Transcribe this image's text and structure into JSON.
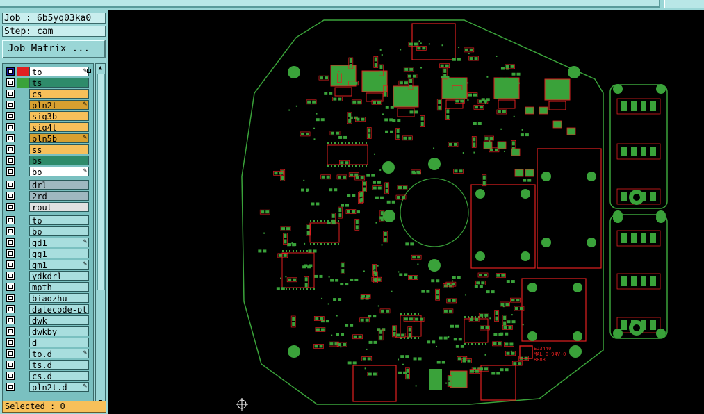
{
  "job_label": "Job : 6b5yq03ka0",
  "step_label": "Step: cam",
  "job_matrix_button": "Job Matrix ...",
  "layers": [
    {
      "name": "to",
      "color": "#e02020",
      "bg": "#ffffff",
      "selected": true,
      "edit": true
    },
    {
      "name": "ts",
      "color": "#3aa23a",
      "bg": "#2e8b6a",
      "edit": false
    },
    {
      "name": "cs",
      "color": "",
      "bg": "#f7c05a",
      "edit": false
    },
    {
      "name": "pln2t",
      "color": "",
      "bg": "#d8a030",
      "edit": true
    },
    {
      "name": "sig3b",
      "color": "",
      "bg": "#f7c05a",
      "edit": false
    },
    {
      "name": "sig4t",
      "color": "",
      "bg": "#f7c05a",
      "edit": false
    },
    {
      "name": "pln5b",
      "color": "",
      "bg": "#d8a030",
      "edit": true
    },
    {
      "name": "ss",
      "color": "",
      "bg": "#f7c05a",
      "edit": false
    },
    {
      "name": "bs",
      "color": "",
      "bg": "#2e8b6a",
      "edit": false
    },
    {
      "name": "bo",
      "color": "",
      "bg": "#ffffff",
      "edit": true
    },
    {
      "name": "drl",
      "color": "",
      "bg": "#9fb8c0",
      "edit": false
    },
    {
      "name": "2rd",
      "color": "",
      "bg": "#9fb8c0",
      "edit": false
    },
    {
      "name": "rout",
      "color": "",
      "bg": "#e0e0e0",
      "edit": false
    },
    {
      "name": "tp",
      "color": "",
      "bg": "#a8dede",
      "edit": false
    },
    {
      "name": "bp",
      "color": "",
      "bg": "#a8dede",
      "edit": false
    },
    {
      "name": "gd1",
      "color": "",
      "bg": "#a8dede",
      "edit": true
    },
    {
      "name": "gg1",
      "color": "",
      "bg": "#a8dede",
      "edit": false
    },
    {
      "name": "gm1",
      "color": "",
      "bg": "#a8dede",
      "edit": true
    },
    {
      "name": "ydkdrl",
      "color": "",
      "bg": "#a8dede",
      "edit": false
    },
    {
      "name": "mpth",
      "color": "",
      "bg": "#a8dede",
      "edit": false
    },
    {
      "name": "biaozhu",
      "color": "",
      "bg": "#a8dede",
      "edit": false
    },
    {
      "name": "datecode-pto",
      "color": "",
      "bg": "#a8dede",
      "edit": false
    },
    {
      "name": "dwk",
      "color": "",
      "bg": "#a8dede",
      "edit": false
    },
    {
      "name": "dwkby",
      "color": "",
      "bg": "#a8dede",
      "edit": false
    },
    {
      "name": "d",
      "color": "",
      "bg": "#a8dede",
      "edit": false
    },
    {
      "name": "to.d",
      "color": "",
      "bg": "#a8dede",
      "edit": true
    },
    {
      "name": "ts.d",
      "color": "",
      "bg": "#a8dede",
      "edit": false
    },
    {
      "name": "cs.d",
      "color": "",
      "bg": "#a8dede",
      "edit": false
    },
    {
      "name": "pln2t.d",
      "color": "",
      "bg": "#a8dede",
      "edit": true
    }
  ],
  "selected_label": "Selected : 0",
  "board": {
    "silk_text_lines": [
      "EJ3440",
      "MAL 0-94V-0",
      "8888"
    ],
    "colors": {
      "outline": "#3aa23a",
      "copper": "#3aa23a",
      "silk": "#e02020"
    }
  }
}
